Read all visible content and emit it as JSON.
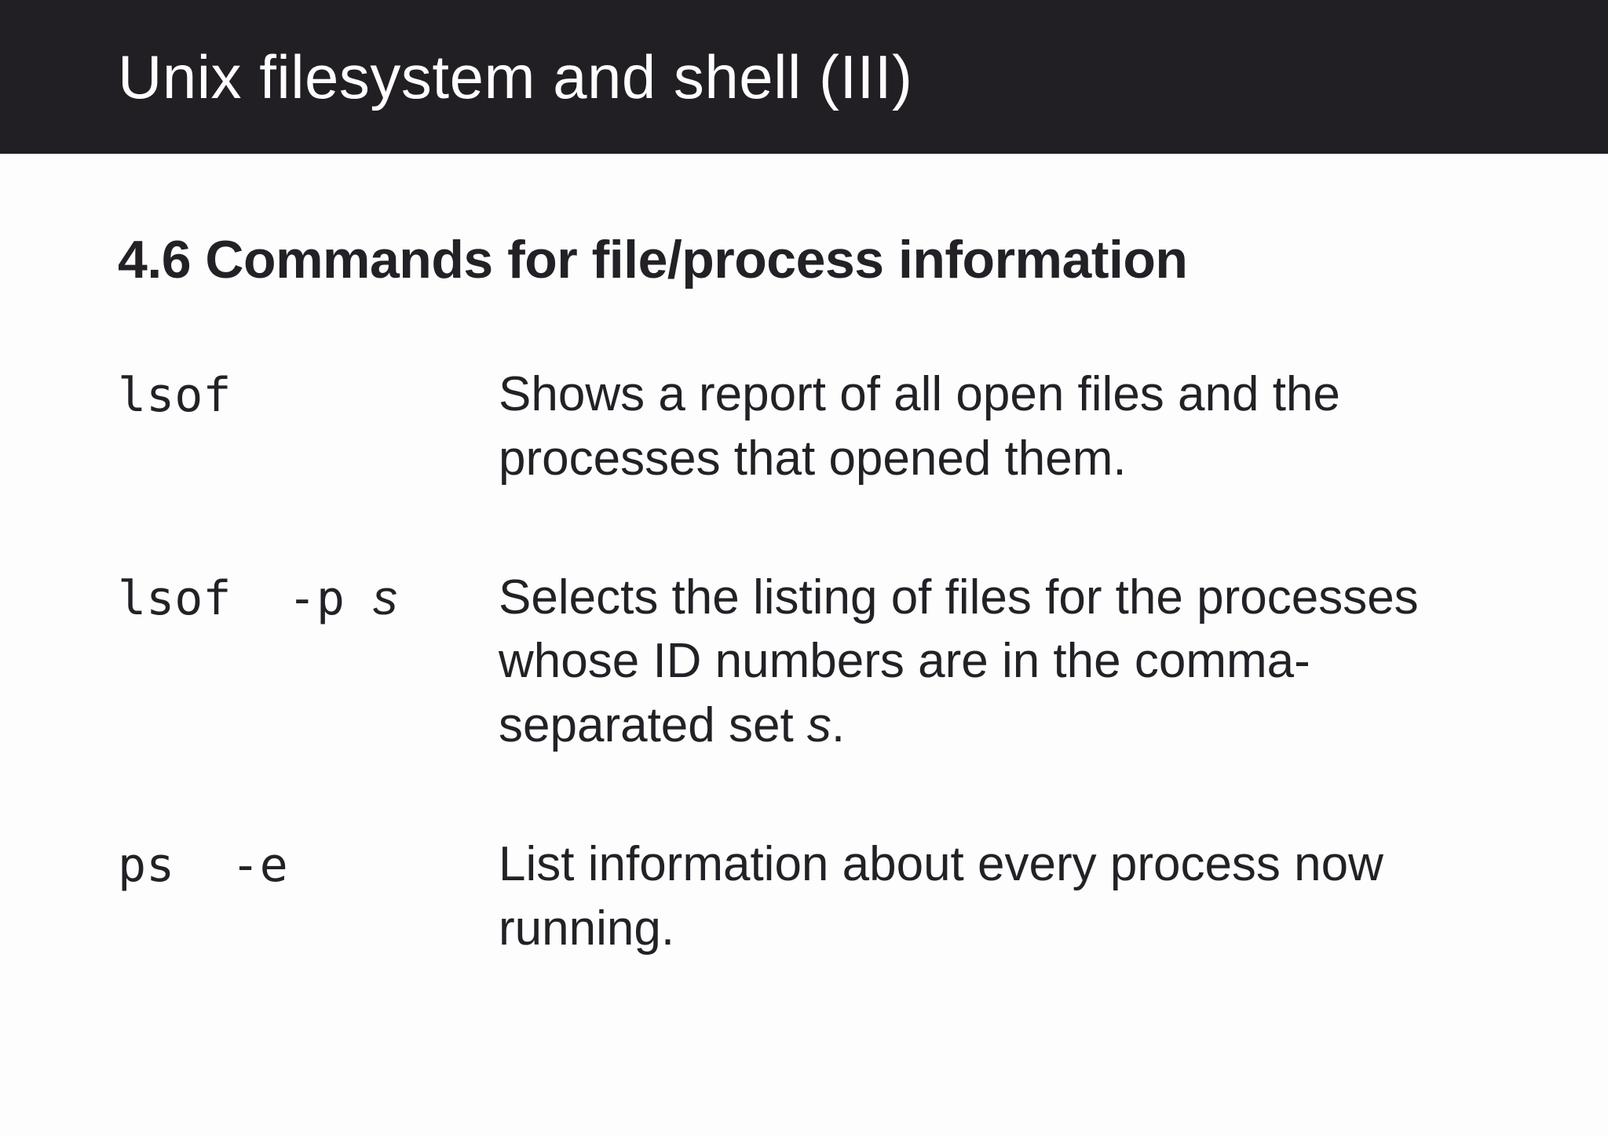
{
  "colors": {
    "header-bg": "#211f24",
    "header-fg": "#fdfdfd",
    "body-bg": "#fdfdfe",
    "text": "#232126"
  },
  "header": {
    "title": "Unix filesystem and shell (III)"
  },
  "section": {
    "heading": "4.6 Commands for file/process information"
  },
  "rows": [
    {
      "command": "lsof",
      "command_var": "",
      "desc_before": "Shows a report of all open files and the processes that opened them.",
      "desc_var": "",
      "desc_after": ""
    },
    {
      "command": "lsof  -p ",
      "command_var": "s",
      "desc_before": "Selects the listing of files for the processes whose ID numbers are in the comma-separated set ",
      "desc_var": "s",
      "desc_after": "."
    },
    {
      "command": "ps  -e",
      "command_var": "",
      "desc_before": "List information about every process now running.",
      "desc_var": "",
      "desc_after": ""
    }
  ]
}
